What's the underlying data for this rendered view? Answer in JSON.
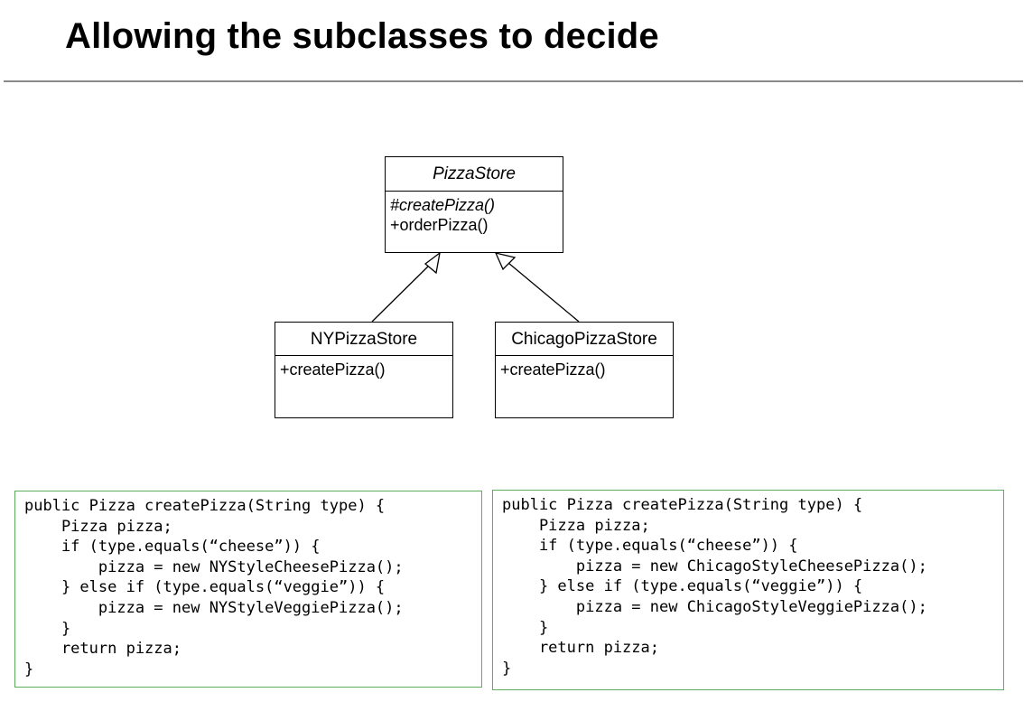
{
  "title": "Allowing the subclasses to decide",
  "diagram": {
    "base": {
      "name": "PizzaStore",
      "operations": [
        "#createPizza()",
        "+orderPizza()"
      ]
    },
    "subclasses": [
      {
        "name": "NYPizzaStore",
        "operations": [
          "+createPizza()"
        ]
      },
      {
        "name": "ChicagoPizzaStore",
        "operations": [
          "+createPizza()"
        ]
      }
    ]
  },
  "code_panels": [
    {
      "lines": [
        "public Pizza createPizza(String type) {",
        "    Pizza pizza;",
        "    if (type.equals(“cheese”)) {",
        "        pizza = new NYStyleCheesePizza();",
        "    } else if (type.equals(“veggie”)) {",
        "        pizza = new NYStyleVeggiePizza();",
        "    }",
        "    return pizza;",
        "}"
      ]
    },
    {
      "lines": [
        "public Pizza createPizza(String type) {",
        "    Pizza pizza;",
        "    if (type.equals(“cheese”)) {",
        "        pizza = new ChicagoStyleCheesePizza();",
        "    } else if (type.equals(“veggie”)) {",
        "        pizza = new ChicagoStyleVeggiePizza();",
        "    }",
        "    return pizza;",
        "}"
      ]
    }
  ],
  "colors": {
    "code_border": "#5fae5f",
    "rule": "#8a8a8a"
  }
}
